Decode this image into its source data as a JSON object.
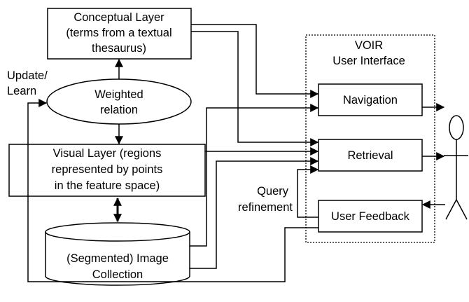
{
  "conceptual_layer": [
    "Conceptual Layer",
    "(terms from a textual",
    "thesaurus)"
  ],
  "weighted_relation": [
    "Weighted",
    "relation"
  ],
  "visual_layer": [
    "Visual Layer (regions",
    "represented by points",
    "in the feature space)"
  ],
  "image_collection": [
    "(Segmented) Image",
    "Collection"
  ],
  "update_learn": [
    "Update/",
    "Learn"
  ],
  "voir_title": [
    "VOIR",
    "User Interface"
  ],
  "navigation": "Navigation",
  "retrieval": "Retrieval",
  "user_feedback": "User Feedback",
  "query_refinement": [
    "Query",
    "refinement"
  ]
}
